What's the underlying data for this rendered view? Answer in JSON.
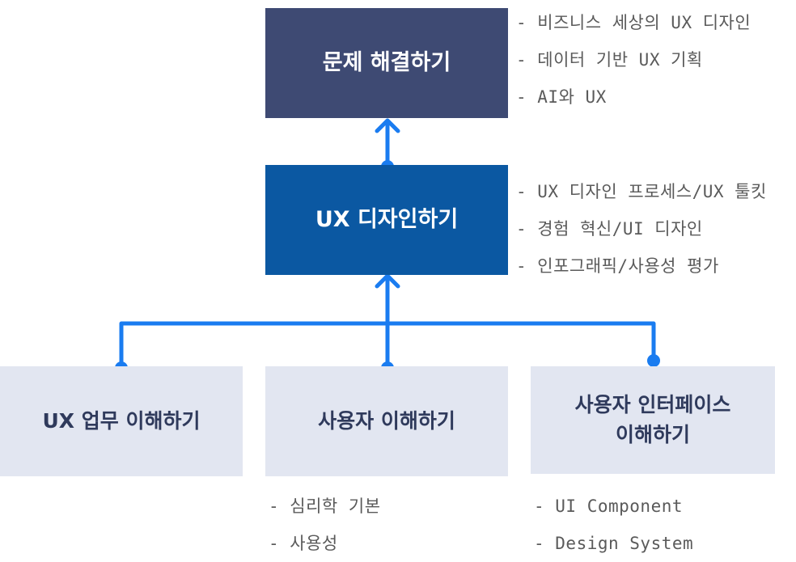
{
  "nodes": {
    "top": {
      "label": "문제 해결하기"
    },
    "middle": {
      "label": "UX 디자인하기"
    },
    "bottom_left": {
      "label": "UX 업무 이해하기"
    },
    "bottom_center": {
      "label": "사용자 이해하기"
    },
    "bottom_right": {
      "line1": "사용자 인터페이스",
      "line2": "이해하기"
    }
  },
  "notes": {
    "top": [
      "- 비즈니스 세상의 UX 디자인",
      "- 데이터 기반 UX 기획",
      "- AI와 UX"
    ],
    "middle": [
      "- UX 디자인 프로세스/UX 툴킷",
      "- 경험 혁신/UI 디자인",
      "- 인포그래픽/사용성 평가"
    ],
    "bottom_center": [
      "- 심리학 기본",
      "- 사용성"
    ],
    "bottom_right": [
      "- UI Component",
      "- Design System"
    ]
  },
  "colors": {
    "top_box": "#3e4a73",
    "middle_box": "#0b58a2",
    "bottom_box": "#e2e6f1",
    "connector": "#1a7cf0"
  }
}
